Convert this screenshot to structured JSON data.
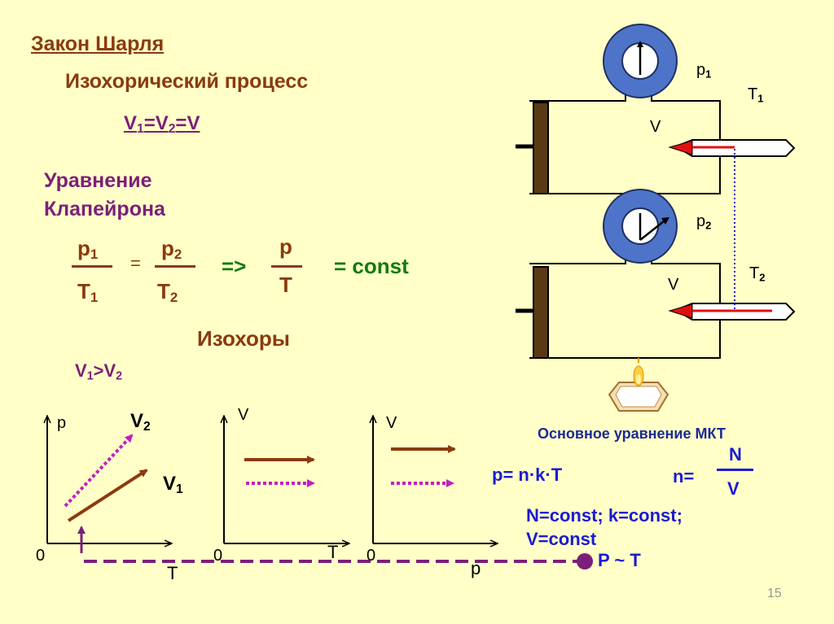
{
  "title": "Закон Шарля",
  "process": "Изохорический процесс",
  "volume_eq": {
    "v1": "V",
    "s1": "1",
    "eq1": "=V",
    "s2": "2",
    "rest": "=V"
  },
  "clapeyron": {
    "line1": "Уравнение",
    "line2": "Клапейрона"
  },
  "equation": {
    "p": "p",
    "T": "T",
    "i1": "1",
    "i2": "2",
    "eq": "=",
    "implies": "=>",
    "const": "= const"
  },
  "isochores": {
    "title": "Изохоры",
    "rel_v": "V",
    "rel_1": "1",
    "rel_gt": ">V",
    "rel_2": "2"
  },
  "graph1": {
    "yaxis": "p",
    "xaxis": "T",
    "origin": "0",
    "v2": "V",
    "v2s": "2",
    "v1": "V",
    "v1s": "1"
  },
  "graph2": {
    "yaxis": "V",
    "xaxis": "T",
    "origin": "0"
  },
  "graph3": {
    "yaxis": "V",
    "xaxis": "p",
    "origin": "0"
  },
  "mkt": {
    "title": "Основное уравнение МКТ",
    "equation": "p= n·k·T",
    "n_eq": "n=",
    "n_num": "N",
    "n_den": "V",
    "conditions1": "N=const; k=const;",
    "conditions2": "V=const",
    "result": "P ~  T"
  },
  "apparatus": {
    "p1": "p",
    "p1s": "1",
    "T1": "T",
    "T1s": "1",
    "V1": "V",
    "p2": "p",
    "p2s": "2",
    "T2": "T",
    "T2s": "2",
    "V2": "V"
  },
  "page_number": "15",
  "colors": {
    "brown": "#8b3a0f",
    "purple": "#7b1f7a",
    "blue": "#1a1ad6",
    "green": "#137a13",
    "background": "#ffffc7"
  }
}
